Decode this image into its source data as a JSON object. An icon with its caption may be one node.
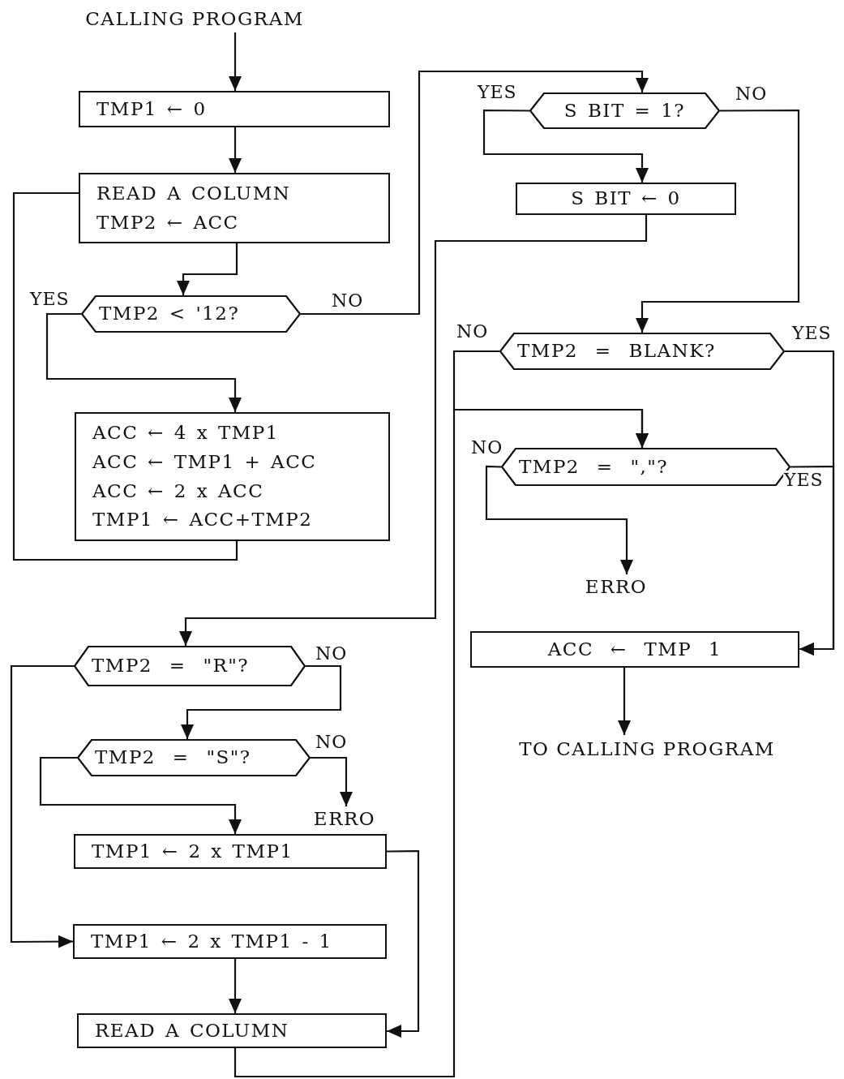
{
  "diagram": {
    "nodes": [
      {
        "text": [
          "CALLING PROGRAM"
        ]
      },
      {
        "text": [
          "TMP1 ← 0"
        ]
      },
      {
        "text": [
          "READ A COLUMN",
          "TMP2 ← ACC"
        ]
      },
      {
        "text": [
          "TMP2 < '12?"
        ]
      },
      {
        "text": [
          "ACC ← 4 x TMP1",
          "ACC ← TMP1 + ACC",
          "ACC ← 2 x ACC",
          "TMP1 ← ACC+TMP2"
        ]
      },
      {
        "text": [
          "S BIT = 1?"
        ]
      },
      {
        "text": [
          "S BIT ← 0"
        ]
      },
      {
        "text": [
          "TMP2 = BLANK?"
        ]
      },
      {
        "text": [
          "TMP2 = \",\"?"
        ]
      },
      {
        "text": [
          "ERRO"
        ]
      },
      {
        "text": [
          "ACC ← TMP 1"
        ]
      },
      {
        "text": [
          "TO CALLING PROGRAM"
        ]
      },
      {
        "text": [
          "TMP2 = \"R\"?"
        ]
      },
      {
        "text": [
          "TMP2 = \"S\"?"
        ]
      },
      {
        "text": [
          "ERRO"
        ]
      },
      {
        "text": [
          "TMP1 ← 2 x TMP1"
        ]
      },
      {
        "text": [
          "TMP1 ← 2 x TMP1 - 1"
        ]
      },
      {
        "text": [
          "READ A COLUMN"
        ]
      }
    ],
    "edges": [
      {
        "from": 0,
        "to": 1,
        "arrow": "to"
      },
      {
        "from": 1,
        "to": 2,
        "arrow": "to"
      },
      {
        "from": 2,
        "to": 3,
        "arrow": "to"
      },
      {
        "from": 3,
        "to": 4,
        "arrow": "to",
        "label": "YES"
      },
      {
        "from": 4,
        "to": 2,
        "arrow": "none"
      },
      {
        "from": 3,
        "to": 5,
        "arrow": "to",
        "label": "NO"
      },
      {
        "from": 5,
        "to": 6,
        "arrow": "to",
        "label": "YES"
      },
      {
        "from": 5,
        "to": 7,
        "arrow": "to",
        "label": "NO"
      },
      {
        "from": 6,
        "to": 12,
        "arrow": "to"
      },
      {
        "from": 7,
        "to": 8,
        "arrow": "to",
        "label": "NO"
      },
      {
        "from": 7,
        "to": 10,
        "arrow": "to",
        "label": "YES"
      },
      {
        "from": 8,
        "to": 10,
        "arrow": "to",
        "label": "YES"
      },
      {
        "from": 8,
        "to": 9,
        "arrow": "to",
        "label": "NO"
      },
      {
        "from": 10,
        "to": 11,
        "arrow": "to"
      },
      {
        "from": 12,
        "to": 16,
        "arrow": "to"
      },
      {
        "from": 12,
        "to": 13,
        "arrow": "to",
        "label": "NO"
      },
      {
        "from": 13,
        "to": 14,
        "arrow": "to",
        "label": "NO"
      },
      {
        "from": 13,
        "to": 15,
        "arrow": "to"
      },
      {
        "from": 15,
        "to": 17,
        "arrow": "to"
      },
      {
        "from": 16,
        "to": 17,
        "arrow": "to"
      },
      {
        "from": 17,
        "to": 8,
        "arrow": "to"
      }
    ]
  }
}
